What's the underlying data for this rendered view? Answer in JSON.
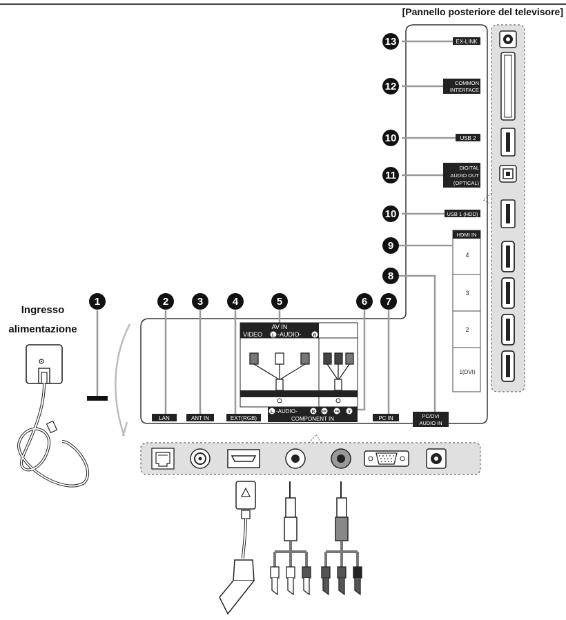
{
  "rear_panel_title": "[Pannello posteriore del televisore]",
  "power_label_line1": "Ingresso",
  "power_label_line2": "alimentazione",
  "side_ports": {
    "ex_link": "EX-LINK",
    "common_interface_line1": "COMMON",
    "common_interface_line2": "INTERFACE",
    "usb2": "USB 2",
    "digital_audio_line1": "DIGITAL",
    "digital_audio_line2": "AUDIO OUT",
    "digital_audio_line3": "(OPTICAL)",
    "usb1": "USB 1 (HDD)",
    "hdmi_in": "HDMI IN",
    "hdmi_4": "4",
    "hdmi_3": "3",
    "hdmi_2": "2",
    "hdmi_1": "1(DVI)"
  },
  "bottom_ports": {
    "lan": "LAN",
    "ant_in": "ANT IN",
    "ext_rgb": "EXT(RGB)",
    "av_in": "AV IN",
    "video": "VIDEO",
    "audio_l": "L",
    "audio_text": "-AUDIO-",
    "audio_r": "R",
    "audio_l2": "L",
    "audio_text2": "-AUDIO-",
    "audio_r2": "R",
    "pr": "PR",
    "pb": "PB",
    "y": "Y",
    "component_in": "COMPONENT IN",
    "pc_in": "PC IN",
    "pc_dvi_line1": "PC/DVI",
    "pc_dvi_line2": "AUDIO IN"
  },
  "callouts": {
    "n1": "1",
    "n2": "2",
    "n3": "3",
    "n4": "4",
    "n5": "5",
    "n6": "6",
    "n7": "7",
    "n8": "8",
    "n9": "9",
    "n10a": "10",
    "n10b": "10",
    "n11": "11",
    "n12": "12",
    "n13": "13"
  }
}
